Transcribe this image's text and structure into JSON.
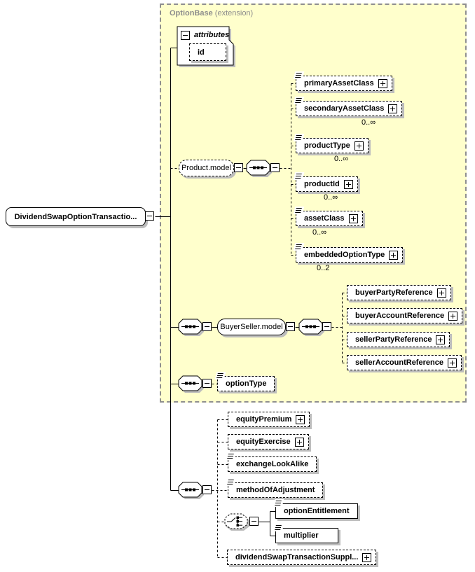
{
  "header": {
    "name": "OptionBase",
    "qualifier": "(extension)"
  },
  "root": {
    "label": "DividendSwapOptionTransactio..."
  },
  "attributes": {
    "title": "attributes",
    "id_label": "id"
  },
  "product_model": {
    "label": "Product.model"
  },
  "buyer_seller_model": {
    "label": "BuyerSeller.model"
  },
  "product_children": [
    {
      "label": "primaryAssetClass",
      "cardinality": ""
    },
    {
      "label": "secondaryAssetClass",
      "cardinality": "0..∞"
    },
    {
      "label": "productType",
      "cardinality": "0..∞"
    },
    {
      "label": "productId",
      "cardinality": "0..∞"
    },
    {
      "label": "assetClass",
      "cardinality": "0..∞"
    },
    {
      "label": "embeddedOptionType",
      "cardinality": "0..2"
    }
  ],
  "buyer_seller_children": [
    {
      "label": "buyerPartyReference"
    },
    {
      "label": "buyerAccountReference"
    },
    {
      "label": "sellerPartyReference"
    },
    {
      "label": "sellerAccountReference"
    }
  ],
  "option_type": {
    "label": "optionType"
  },
  "bottom_children": [
    {
      "label": "equityPremium"
    },
    {
      "label": "equityExercise"
    },
    {
      "label": "exchangeLookAlike"
    },
    {
      "label": "methodOfAdjustment"
    },
    {
      "label": "dividendSwapTransactionSuppl..."
    }
  ],
  "choice_children": [
    {
      "label": "optionEntitlement"
    },
    {
      "label": "multiplier"
    }
  ],
  "icons": {
    "collapse": "minus-box",
    "expand": "plus-box",
    "sequence": "sequence-compositor",
    "choice": "choice-compositor",
    "annotation": "three-lines"
  },
  "colors": {
    "container_bg": "#ffffcc",
    "container_border": "#8f8f8f",
    "shadow": "#bdbdbd",
    "header_text": "#8c8c8c",
    "line": "#000000"
  }
}
